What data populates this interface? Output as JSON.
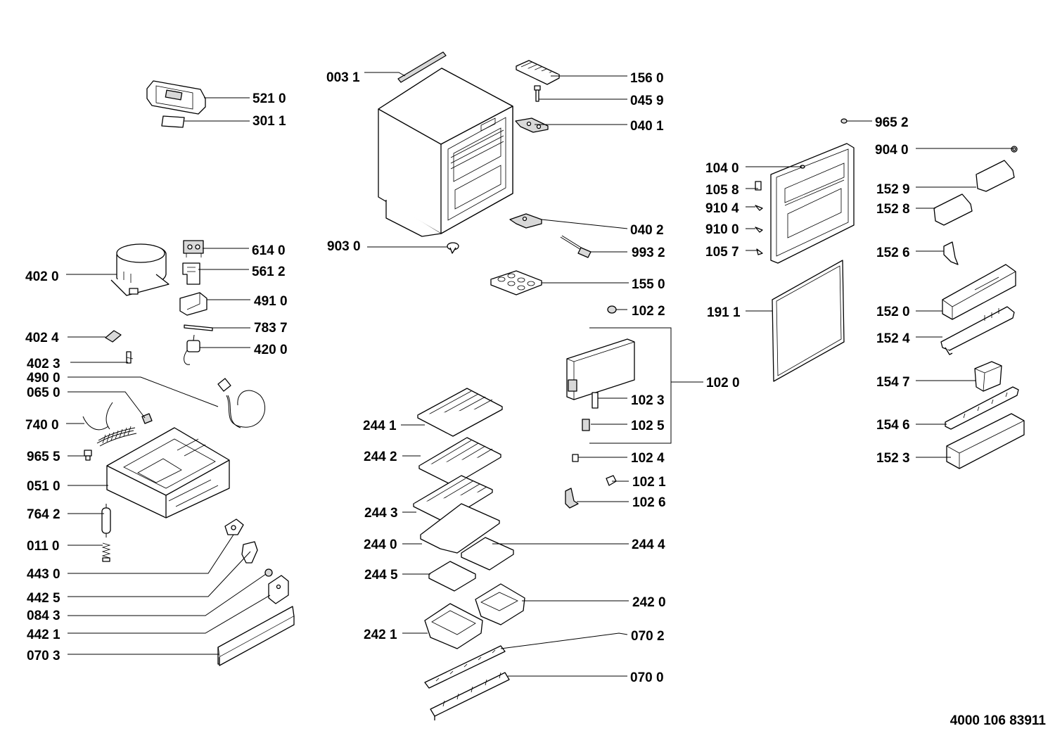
{
  "diagram": {
    "document_number": "4000 106 83911",
    "part_labels": [
      "003 1",
      "156 0",
      "045 9",
      "040 1",
      "965 2",
      "904 0",
      "521 0",
      "301 1",
      "104 0",
      "105 8",
      "152 9",
      "910 4",
      "152 8",
      "910 0",
      "040 2",
      "105 7",
      "614 0",
      "903 0",
      "993 2",
      "152 6",
      "561 2",
      "402 0",
      "155 0",
      "491 0",
      "102 2",
      "191 1",
      "152 0",
      "783 7",
      "402 4",
      "152 4",
      "420 0",
      "402 3",
      "490 0",
      "102 0",
      "154 7",
      "065 0",
      "102 3",
      "740 0",
      "244 1",
      "102 5",
      "154 6",
      "965 5",
      "244 2",
      "102 4",
      "152 3",
      "051 0",
      "102 1",
      "102 6",
      "764 2",
      "244 3",
      "011 0",
      "244 0",
      "244 4",
      "443 0",
      "244 5",
      "442 5",
      "242 0",
      "084 3",
      "442 1",
      "242 1",
      "070 2",
      "070 3",
      "070 0"
    ]
  }
}
